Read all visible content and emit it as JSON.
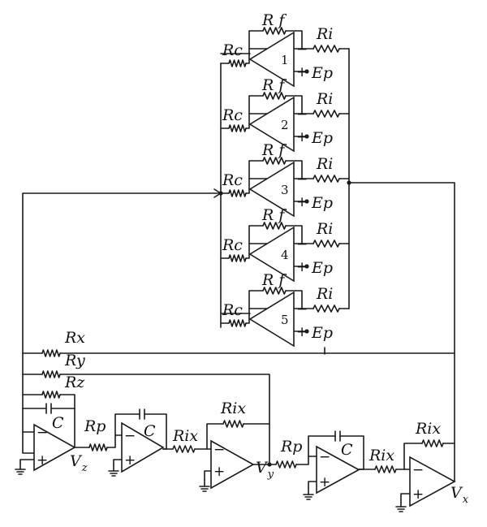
{
  "labels": {
    "rf": "R f",
    "ri": "Ri",
    "rc": "Rc",
    "ep": "Ep",
    "rx": "Rx",
    "ry": "Ry",
    "rz": "Rz",
    "c": "C",
    "rp": "Rp",
    "rix": "Rix",
    "v": "V",
    "z": "z",
    "y": "y",
    "x": "x",
    "minus": "−",
    "plus": "+"
  },
  "stages": [
    "1",
    "2",
    "3",
    "4",
    "5"
  ]
}
